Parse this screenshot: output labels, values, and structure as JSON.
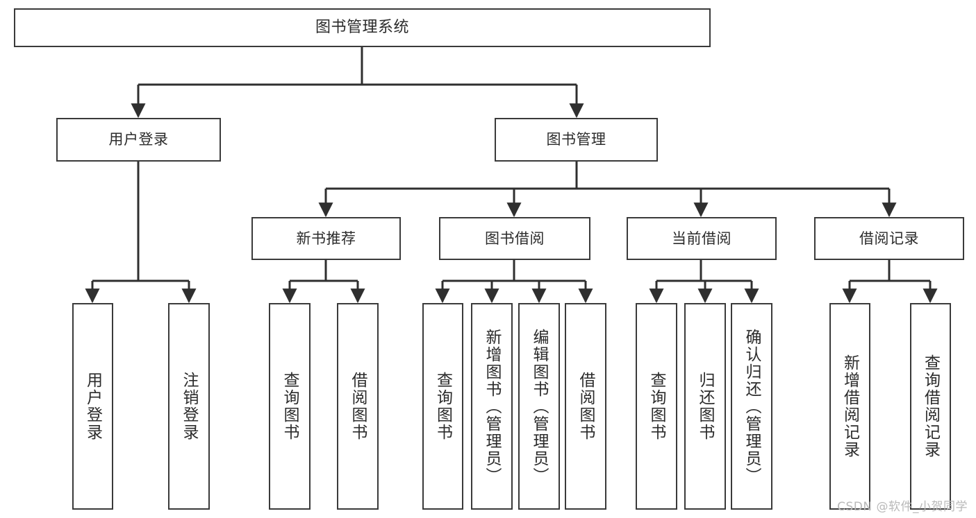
{
  "diagram": {
    "type": "tree-hierarchy-chart",
    "title": "图书管理系统",
    "watermark": "CSDN @软件_小贺同学",
    "colors": {
      "background": "#ffffff",
      "box_border": "#3a3a3a",
      "box_fill": "#ffffff",
      "text": "#2b2b2b",
      "connector": "#2f2f2f",
      "watermark": "#b9b9b9"
    },
    "nodes": {
      "root": {
        "label": "图书管理系统"
      },
      "level2": [
        {
          "id": "user-login",
          "label": "用户登录"
        },
        {
          "id": "book-management",
          "label": "图书管理"
        }
      ],
      "level3": [
        {
          "id": "new-book-recommend",
          "label": "新书推荐"
        },
        {
          "id": "book-borrow",
          "label": "图书借阅"
        },
        {
          "id": "current-borrow",
          "label": "当前借阅"
        },
        {
          "id": "borrow-record",
          "label": "借阅记录"
        }
      ],
      "leaves": [
        {
          "id": "user-login-leaf",
          "label": "用户登录",
          "parent": "user-login"
        },
        {
          "id": "logout-leaf",
          "label": "注销登录",
          "parent": "user-login"
        },
        {
          "id": "query-book-1",
          "label": "查询图书",
          "parent": "new-book-recommend"
        },
        {
          "id": "borrow-book-1",
          "label": "借阅图书",
          "parent": "new-book-recommend"
        },
        {
          "id": "query-book-2",
          "label": "查询图书",
          "parent": "book-borrow"
        },
        {
          "id": "add-book",
          "label": "新增图书（管理员）",
          "parent": "book-borrow"
        },
        {
          "id": "edit-book",
          "label": "编辑图书（管理员）",
          "parent": "book-borrow"
        },
        {
          "id": "borrow-book-2",
          "label": "借阅图书",
          "parent": "book-borrow"
        },
        {
          "id": "query-book-3",
          "label": "查询图书",
          "parent": "current-borrow"
        },
        {
          "id": "return-book",
          "label": "归还图书",
          "parent": "current-borrow"
        },
        {
          "id": "confirm-return",
          "label": "确认归还（管理员）",
          "parent": "current-borrow"
        },
        {
          "id": "add-borrow-record",
          "label": "新增借阅记录",
          "parent": "borrow-record"
        },
        {
          "id": "query-borrow-record",
          "label": "查询借阅记录",
          "parent": "borrow-record"
        }
      ]
    }
  }
}
